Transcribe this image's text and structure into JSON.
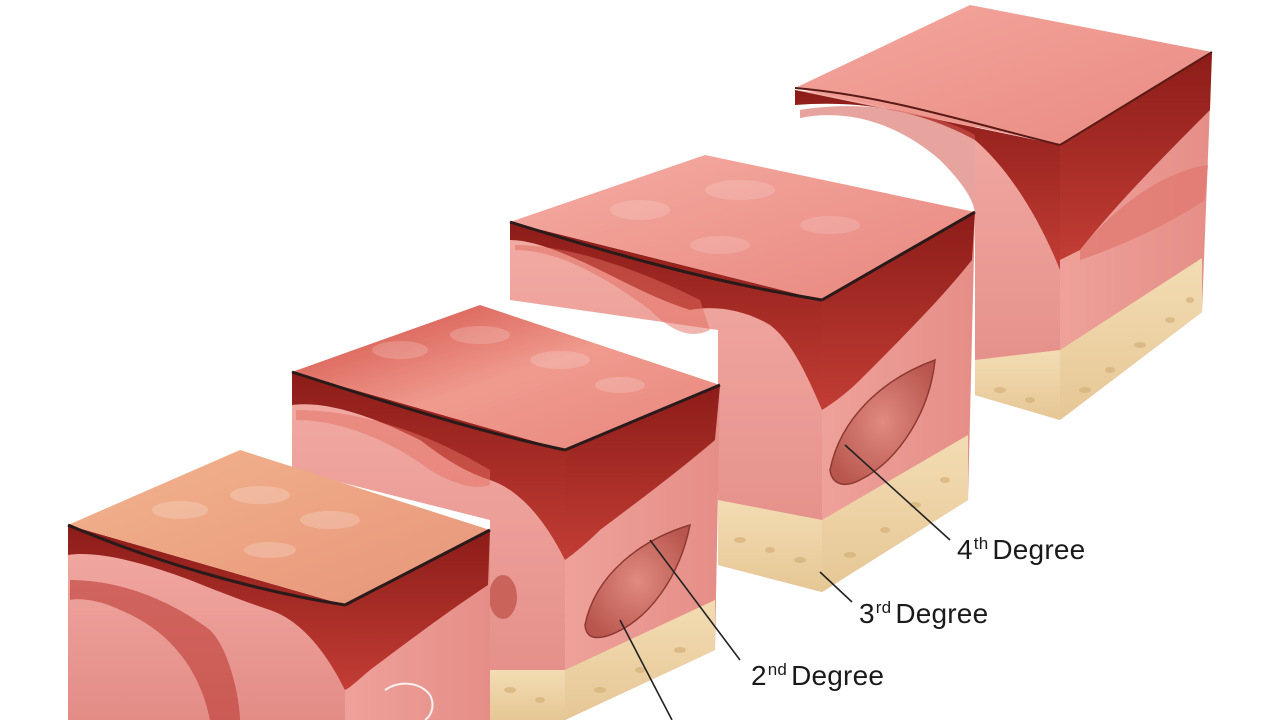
{
  "labels": [
    {
      "id": "fourth",
      "num": "4",
      "sup": "th",
      "word": "Degree"
    },
    {
      "id": "third",
      "num": "3",
      "sup": "rd",
      "word": "Degree"
    },
    {
      "id": "second",
      "num": "2",
      "sup": "nd",
      "word": "Degree"
    }
  ],
  "colors": {
    "background": "#ffffff",
    "skin_top": "#ef8f86",
    "skin_top_light": "#f4a59b",
    "burn_dark": "#9e2520",
    "burn_mid": "#c8413a",
    "dermis": "#e9958f",
    "dermis_light": "#f1aaa3",
    "fat": "#efd3a6",
    "fat_dark": "#d9b884",
    "tan_top": "#eeaa84",
    "line": "#222222"
  }
}
